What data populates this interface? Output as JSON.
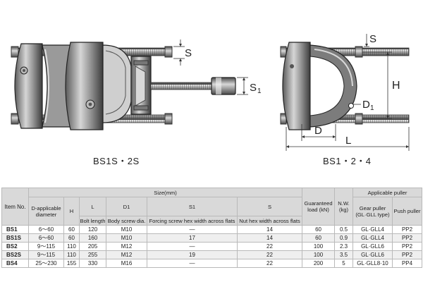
{
  "captions": {
    "left": "BS1S・2S",
    "right": "BS1・2・4"
  },
  "dimension_labels": {
    "left_s": "S",
    "left_s1": "S",
    "left_s1_sub": "1",
    "right_s": "S",
    "right_h": "H",
    "right_d1": "D",
    "right_d1_sub": "1",
    "right_d": "D",
    "right_l": "L"
  },
  "table": {
    "headers": {
      "item_no": "Item No.",
      "size_group": "Size(mm)",
      "d_applicable": "D-applicable diameter",
      "h": "H",
      "l": "L",
      "d1": "D1",
      "s1": "S1",
      "s": "S",
      "guaranteed_load": "Guaranteed load (kN)",
      "nw": "N.W. (kg)",
      "applicable_puller": "Applicable puller",
      "gear_puller": "Gear puller (GL·GLL type)",
      "push_puller": "Push puller",
      "l_sub": "Bolt length",
      "d1_sub": "Body screw dia.",
      "s1_sub": "Forcing screw hex width across flats",
      "s_sub": "Nut hex width across flats"
    },
    "rows": [
      {
        "item": "BS1",
        "d": "6〜60",
        "h": "60",
        "l": "120",
        "d1": "M10",
        "s1": "—",
        "s": "14",
        "load": "60",
        "nw": "0.5",
        "gear": "GL·GLL4",
        "push": "PP2"
      },
      {
        "item": "BS1S",
        "d": "6〜60",
        "h": "60",
        "l": "160",
        "d1": "M10",
        "s1": "17",
        "s": "14",
        "load": "60",
        "nw": "0.9",
        "gear": "GL·GLL4",
        "push": "PP2"
      },
      {
        "item": "BS2",
        "d": "9〜115",
        "h": "110",
        "l": "205",
        "d1": "M12",
        "s1": "—",
        "s": "22",
        "load": "100",
        "nw": "2.3",
        "gear": "GL·GLL6",
        "push": "PP2"
      },
      {
        "item": "BS2S",
        "d": "9〜115",
        "h": "110",
        "l": "255",
        "d1": "M12",
        "s1": "19",
        "s": "22",
        "load": "100",
        "nw": "3.5",
        "gear": "GL·GLL6",
        "push": "PP2"
      },
      {
        "item": "BS4",
        "d": "25〜230",
        "h": "155",
        "l": "330",
        "d1": "M16",
        "s1": "—",
        "s": "22",
        "load": "200",
        "nw": "5",
        "gear": "GL·GLL8·10",
        "push": "PP4"
      }
    ]
  },
  "colors": {
    "metal_dark": "#3a3a3a",
    "metal_mid": "#8a8a8a",
    "metal_light": "#cfcfcf",
    "header_bg": "#d9d9d9"
  }
}
